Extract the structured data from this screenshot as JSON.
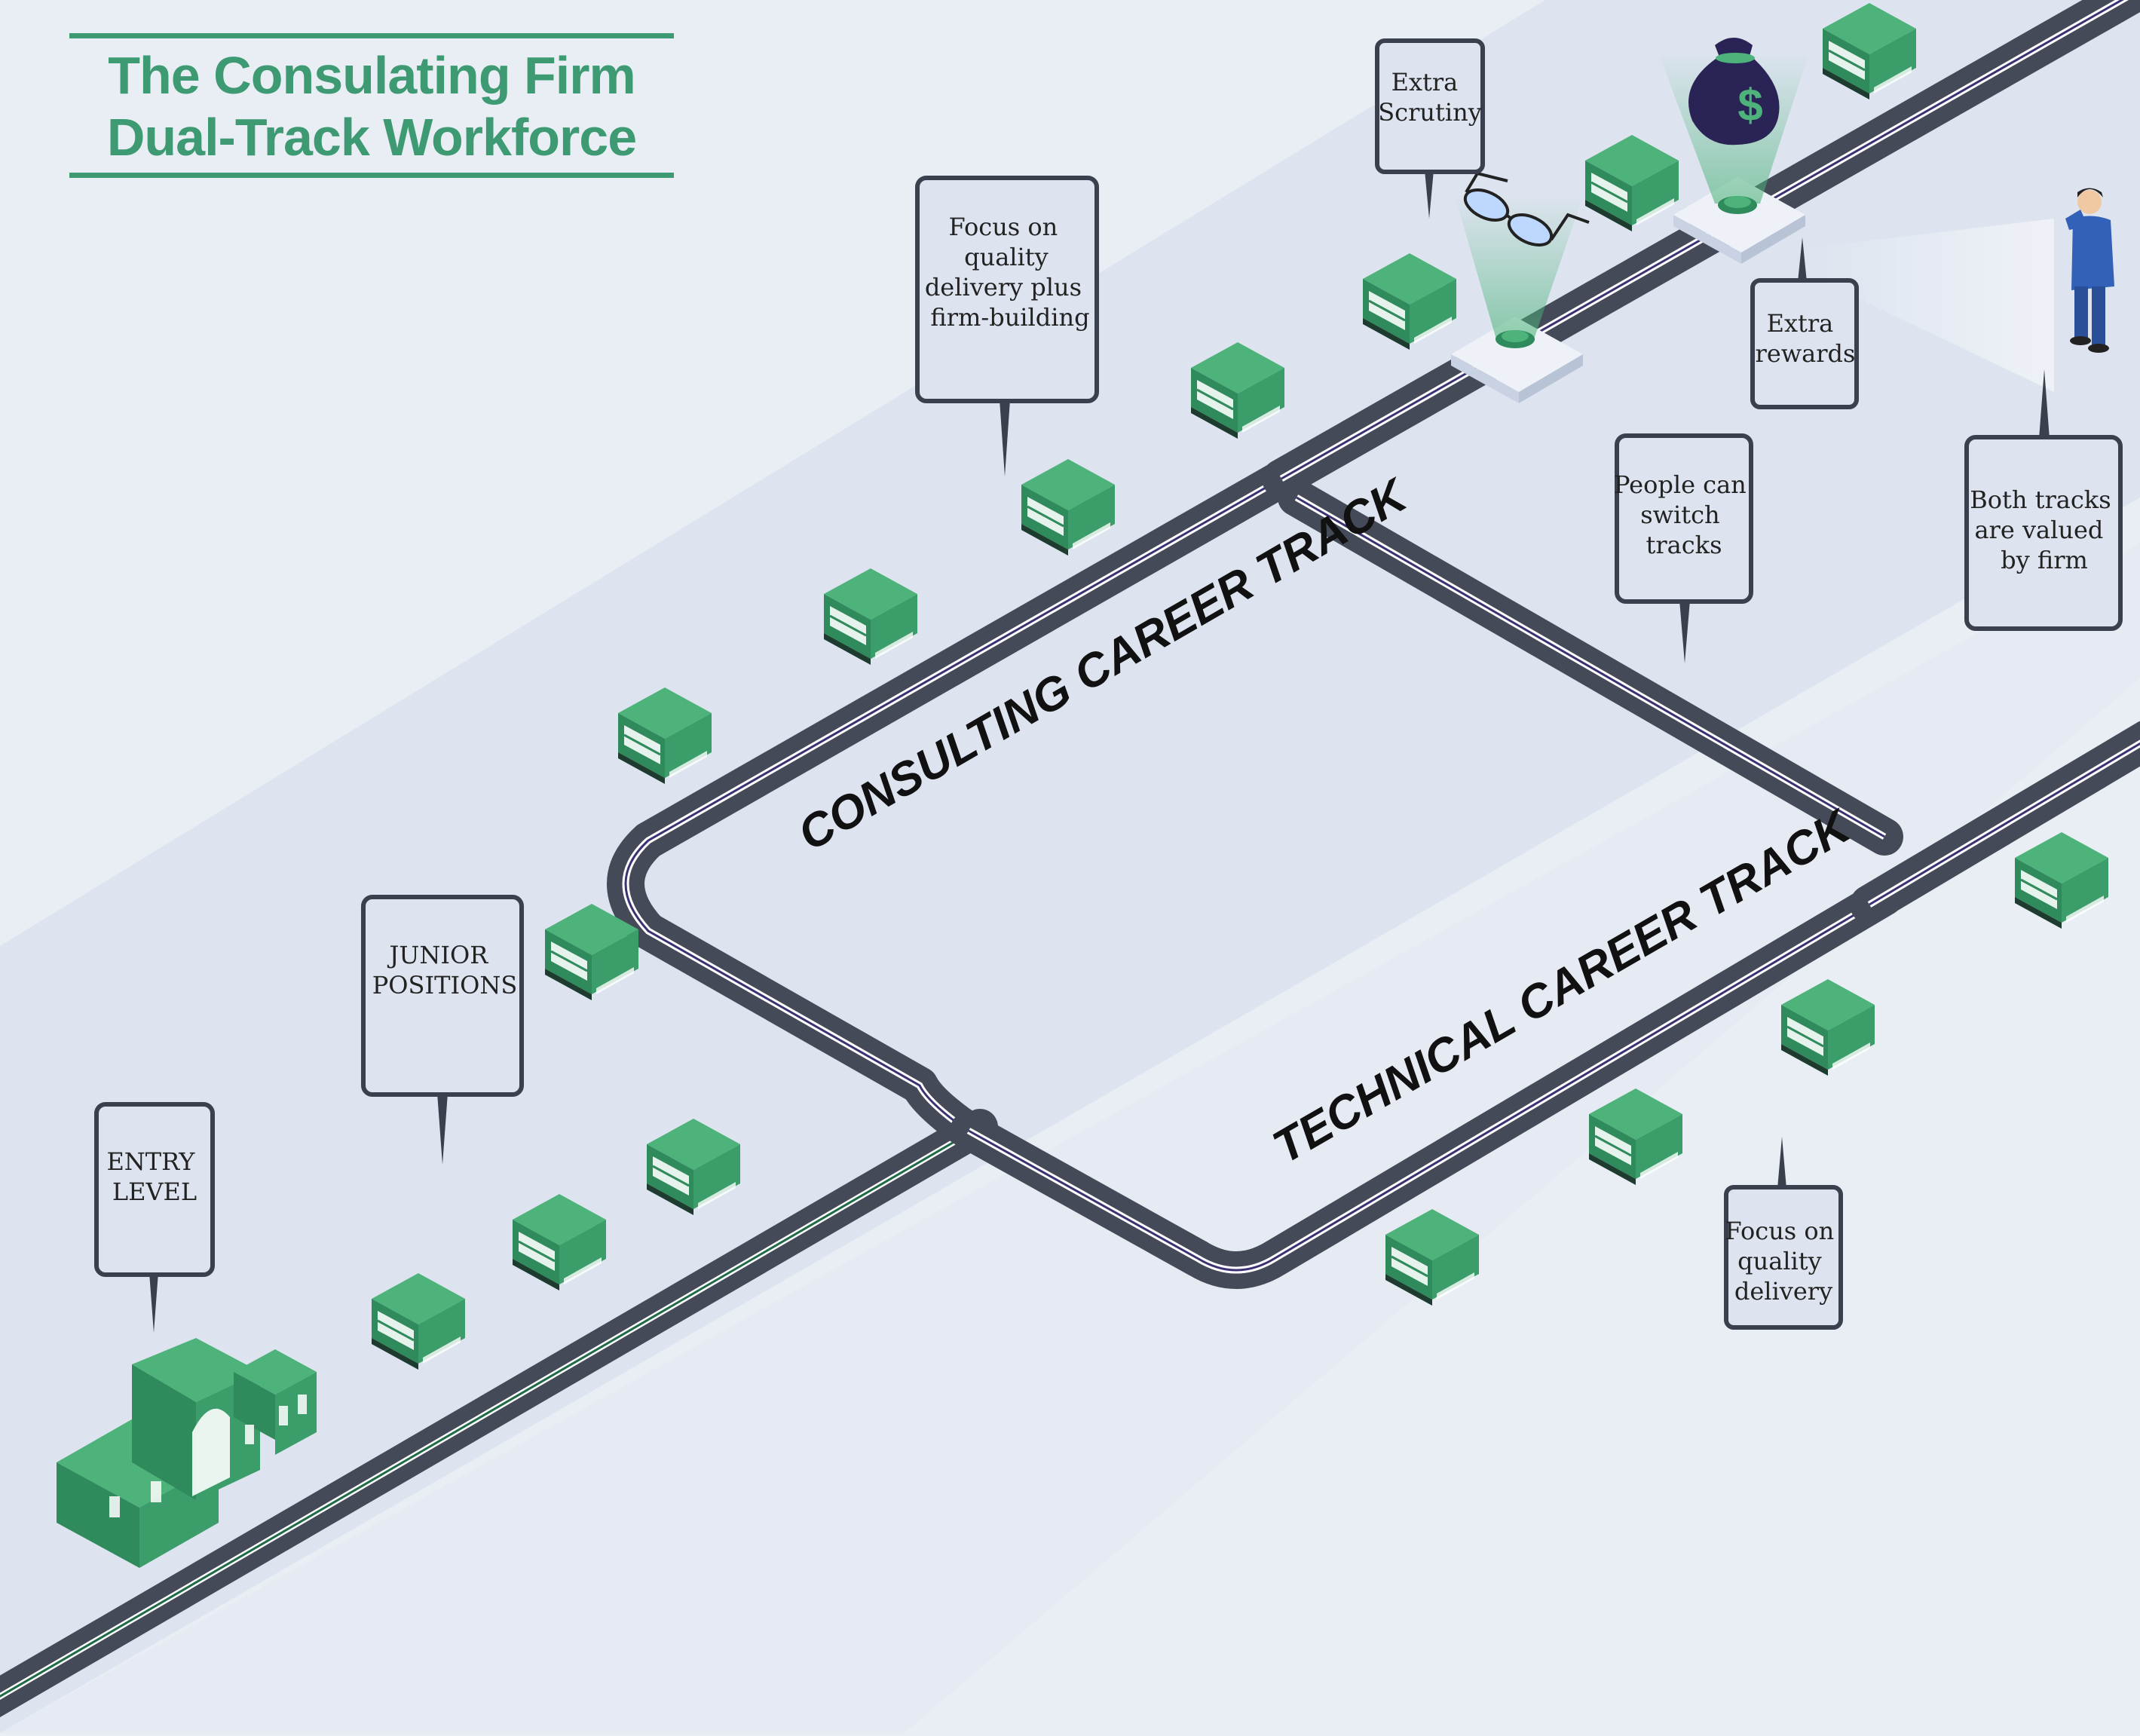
{
  "title": {
    "line1": "The Consulating Firm",
    "line2": "Dual-Track Workforce"
  },
  "tracks": {
    "consulting": "CONSULTING CAREER TRACK",
    "technical": "TECHNICAL CAREER TRACK"
  },
  "callouts": {
    "entry_level": [
      "ENTRY",
      "LEVEL"
    ],
    "junior_positions": [
      "JUNIOR",
      "POSITIONS"
    ],
    "focus_quality_firm": [
      "Focus on",
      "quality",
      "delivery plus",
      "firm-building"
    ],
    "extra_scrutiny": [
      "Extra",
      "Scrutiny"
    ],
    "extra_rewards": [
      "Extra",
      "rewards"
    ],
    "switch_tracks": [
      "People can",
      "switch",
      "tracks"
    ],
    "both_valued": [
      "Both tracks",
      "are valued",
      "by firm"
    ],
    "focus_quality": [
      "Focus on",
      "quality",
      "delivery"
    ]
  },
  "icons": {
    "money_bag_symbol": "$"
  },
  "colors": {
    "title_green": "#3d9a72",
    "building_green": "#4db37a",
    "road": "#444a58",
    "consulting_line": "#3b3273",
    "technical_line": "#1f6b48",
    "background": "#dde4ef"
  }
}
